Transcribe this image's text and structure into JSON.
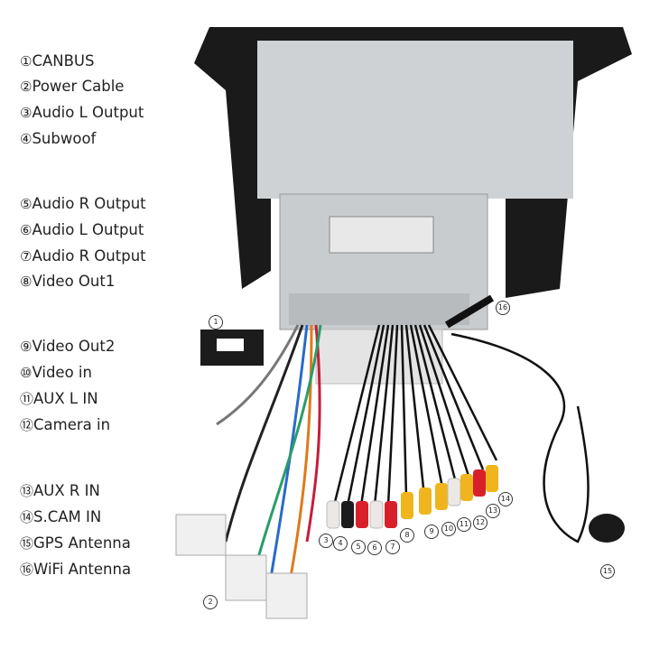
{
  "legend": {
    "items": [
      {
        "num": "①",
        "label": "CANBUS"
      },
      {
        "num": "②",
        "label": "Power Cable"
      },
      {
        "num": "③",
        "label": "Audio L Output"
      },
      {
        "num": "④",
        "label": "Subwoof"
      },
      {
        "num": "⑤",
        "label": "Audio R Output"
      },
      {
        "num": "⑥",
        "label": "Audio L Output"
      },
      {
        "num": "⑦",
        "label": "Audio R Output"
      },
      {
        "num": "⑧",
        "label": "Video Out1"
      },
      {
        "num": "⑨",
        "label": "Video Out2"
      },
      {
        "num": "⑩",
        "label": "Video in"
      },
      {
        "num": "⑪",
        "label": "AUX L IN"
      },
      {
        "num": "⑫",
        "label": "Camera in"
      },
      {
        "num": "⑬",
        "label": "AUX R IN"
      },
      {
        "num": "⑭",
        "label": "S.CAM IN"
      },
      {
        "num": "⑮",
        "label": "GPS Antenna"
      },
      {
        "num": "⑯",
        "label": "WiFi Antenna"
      }
    ]
  },
  "callouts": [
    "1",
    "2",
    "3",
    "4",
    "5",
    "6",
    "7",
    "8",
    "9",
    "10",
    "11",
    "12",
    "13",
    "14",
    "15",
    "16"
  ],
  "colors": {
    "frame": "#1a1a1a",
    "panel": "#d6d8da",
    "rca_red": "#d8202a",
    "rca_white": "#ece8e6",
    "rca_yellow": "#f0b51c",
    "rca_black": "#1c1c1c"
  }
}
